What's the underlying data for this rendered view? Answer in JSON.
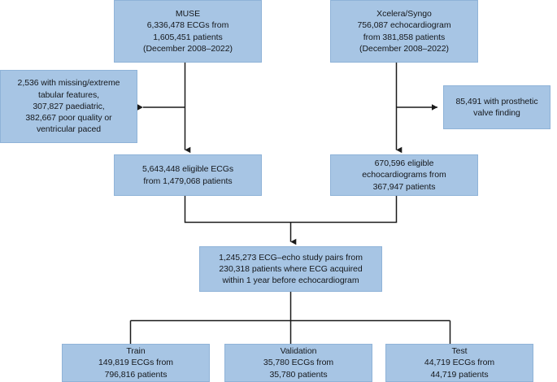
{
  "diagram": {
    "title": "ECG-echocardiogram study cohort flow diagram",
    "type": "flowchart",
    "colors": {
      "node_fill": "#a7c5e4",
      "node_border": "#8fb3d8",
      "edge": "#1a1a1a",
      "text": "#15181c",
      "background": "#ffffff"
    },
    "nodes": {
      "muse": {
        "label": "MUSE\n6,336,478 ECGs from\n1,605,451 patients\n(December 2008–2022)",
        "source": "MUSE",
        "ecgs": "6,336,478",
        "patients": "1,605,451",
        "period": "(December 2008–2022)"
      },
      "xcelera": {
        "label": "Xcelera/Syngo\n756,087 echocardiogram\nfrom 381,858 patients\n(December 2008–2022)",
        "source": "Xcelera/Syngo",
        "echocardiograms": "756,087",
        "patients": "381,858",
        "period": "(December 2008–2022)"
      },
      "exclusion_ecg": {
        "label": "2,536 with missing/extreme\ntabular features,\n307,827 paediatric,\n382,667 poor quality or\nventricular paced",
        "missing_extreme_tabular": "2,536",
        "paediatric": "307,827",
        "poor_quality_or_paced": "382,667"
      },
      "exclusion_echo": {
        "label": "85,491 with prosthetic\nvalve finding",
        "prosthetic_valve": "85,491"
      },
      "eligible_ecg": {
        "label": "5,643,448 eligible ECGs\nfrom 1,479,068 patients",
        "ecgs": "5,643,448",
        "patients": "1,479,068"
      },
      "eligible_echo": {
        "label": "670,596 eligible\nechocardiograms from\n367,947 patients",
        "echocardiograms": "670,596",
        "patients": "367,947"
      },
      "pairs": {
        "label": "1,245,273 ECG–echo study pairs from\n230,318 patients where ECG acquired\nwithin 1 year before echocardiogram",
        "pairs": "1,245,273",
        "patients": "230,318",
        "window": "within 1 year before echocardiogram"
      },
      "train": {
        "label": "Train\n149,819 ECGs from\n796,816 patients",
        "split": "Train",
        "ecgs": "149,819",
        "patients": "796,816"
      },
      "validation": {
        "label": "Validation\n35,780 ECGs from\n35,780 patients",
        "split": "Validation",
        "ecgs": "35,780",
        "patients": "35,780"
      },
      "test": {
        "label": "Test\n44,719 ECGs from\n44,719 patients",
        "split": "Test",
        "ecgs": "44,719",
        "patients": "44,719"
      }
    },
    "edges": [
      {
        "from": "muse",
        "to": "eligible_ecg",
        "kind": "arrow-down"
      },
      {
        "from": "muse",
        "to": "exclusion_ecg",
        "kind": "arrow-left"
      },
      {
        "from": "xcelera",
        "to": "eligible_echo",
        "kind": "arrow-down"
      },
      {
        "from": "xcelera",
        "to": "exclusion_echo",
        "kind": "arrow-right"
      },
      {
        "from": "eligible_ecg",
        "to": "pairs",
        "kind": "merge-down"
      },
      {
        "from": "eligible_echo",
        "to": "pairs",
        "kind": "merge-down"
      },
      {
        "from": "pairs",
        "to": "train",
        "kind": "split-down"
      },
      {
        "from": "pairs",
        "to": "validation",
        "kind": "split-down"
      },
      {
        "from": "pairs",
        "to": "test",
        "kind": "split-down"
      }
    ]
  }
}
